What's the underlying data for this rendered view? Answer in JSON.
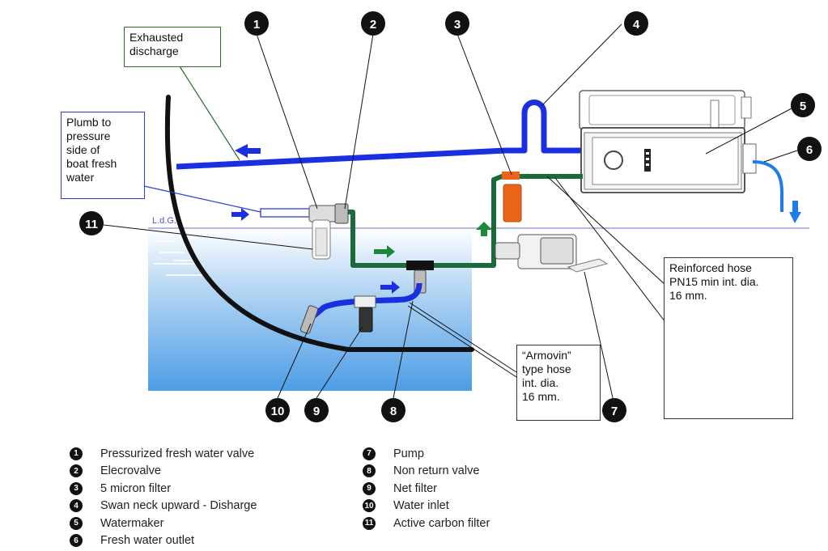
{
  "callouts": {
    "exhausted_discharge": "Exhausted\ndischarge",
    "plumb": "Plumb to\npressure\nside of\nboat fresh\nwater",
    "reinforced_hose": "Reinforced hose\nPN15 min  int. dia.\n16 mm.",
    "armovin_hose": "“Armovin”\ntype hose\nint. dia.\n16 mm."
  },
  "waterline_label": "L.d.G.",
  "badges": [
    "1",
    "2",
    "3",
    "4",
    "5",
    "6",
    "7",
    "8",
    "9",
    "10",
    "11"
  ],
  "legend": [
    {
      "num": "1",
      "text": "Pressurized fresh water valve"
    },
    {
      "num": "2",
      "text": "Elecrovalve"
    },
    {
      "num": "3",
      "text": "5 micron filter"
    },
    {
      "num": "4",
      "text": "Swan neck upward - Disharge"
    },
    {
      "num": "5",
      "text": "Watermaker"
    },
    {
      "num": "6",
      "text": "Fresh water outlet"
    },
    {
      "num": "7",
      "text": "Pump"
    },
    {
      "num": "8",
      "text": "Non return valve"
    },
    {
      "num": "9",
      "text": "Net filter"
    },
    {
      "num": "10",
      "text": "Water inlet"
    },
    {
      "num": "11",
      "text": "Active carbon filter"
    }
  ],
  "colors": {
    "sea_water_hose": "#1a2fe0",
    "fresh_water_hose": "#1a6b3a",
    "outlet_hose": "#1f7de8",
    "filter_orange": "#e8651a",
    "sea": "#5aa6e8",
    "waterline": "#8c8cd8",
    "callout_green": "#2f6b2f",
    "callout_blue": "#2a3ed8"
  }
}
